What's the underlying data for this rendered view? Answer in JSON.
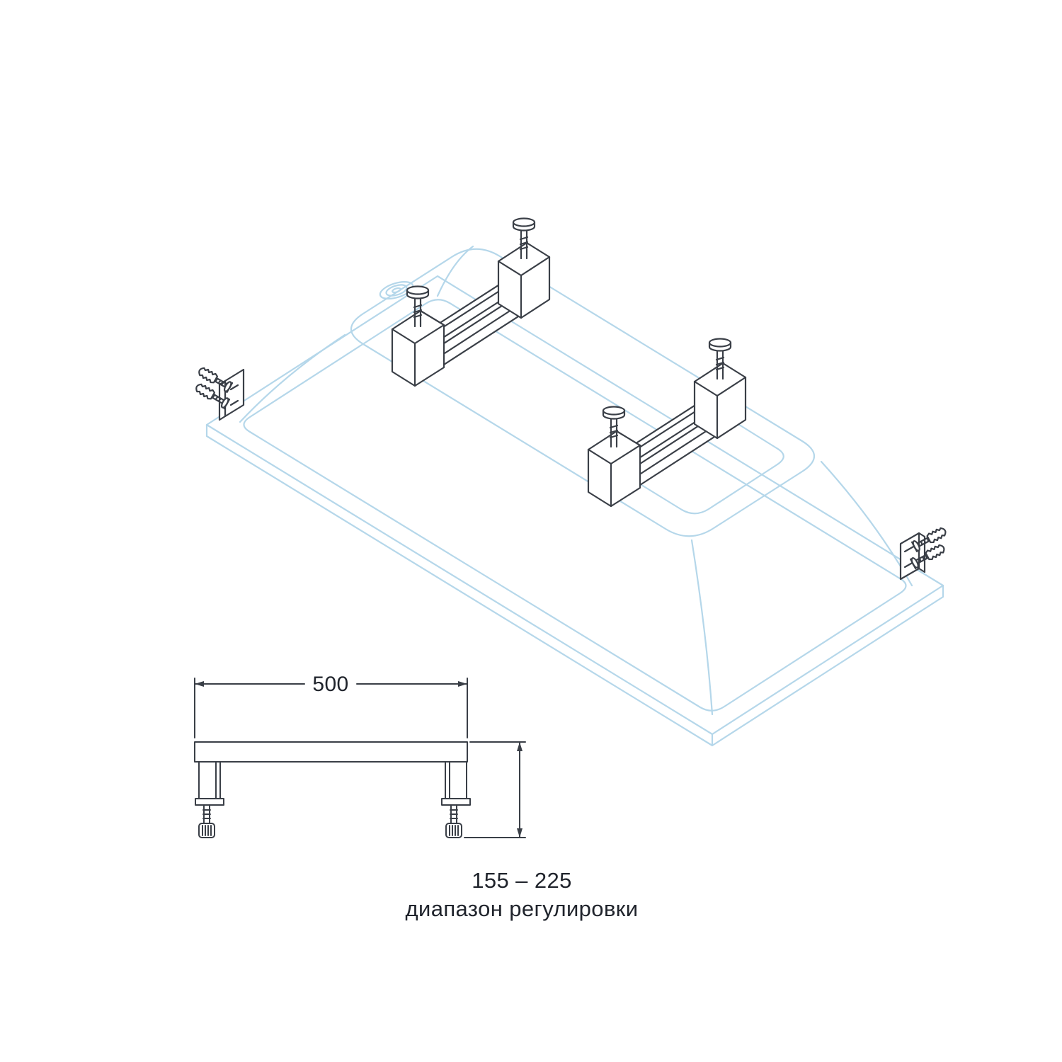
{
  "background": "#ffffff",
  "colors": {
    "product": "#b5d7ea",
    "hardware": "#3a3f47",
    "text": "#20242c"
  },
  "dimension_drawing": {
    "width_label": "500",
    "height_range_label": "155 – 225",
    "height_range_caption": "диапазон регулировки"
  }
}
